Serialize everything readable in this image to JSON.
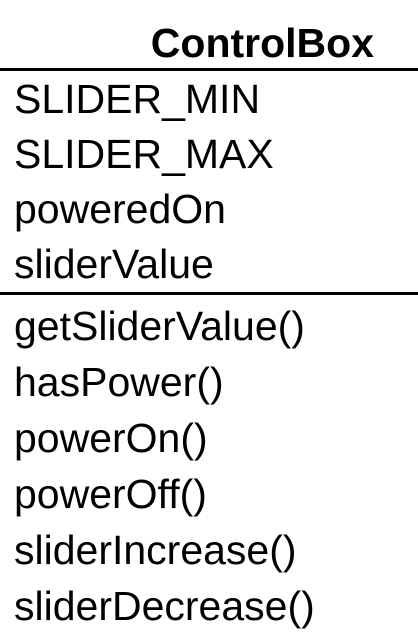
{
  "class_box": {
    "name": "ControlBox",
    "attributes": [
      "SLIDER_MIN",
      "SLIDER_MAX",
      "poweredOn",
      "sliderValue"
    ],
    "operations": [
      "getSliderValue()",
      "hasPower()",
      "powerOn()",
      "powerOff()",
      "sliderIncrease()",
      "sliderDecrease()"
    ]
  }
}
